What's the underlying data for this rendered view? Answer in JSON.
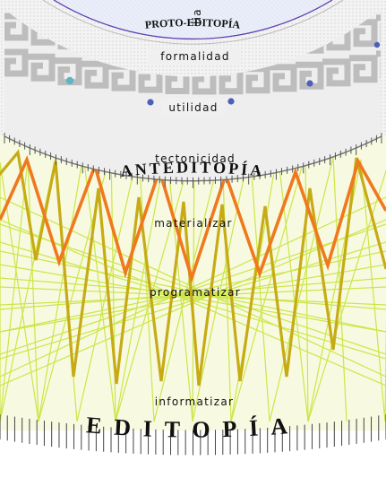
{
  "tiers": {
    "top_fragment": "lia",
    "proto_editopia": "PROTO-EDITOPÍA",
    "formalidad": "formalidad",
    "utilidad": "utilidad",
    "tectonicidad": "tectonicidad",
    "antedito": "ANTEDITOPÍA",
    "materializar": "materializar",
    "programatizar": "programatizar",
    "informatizar": "informatizar",
    "editopia": "EDITOPÍA"
  },
  "colors": {
    "background": "#ffffff",
    "pattern_gray": "#bfbfbf",
    "pattern_light": "#ececec",
    "inner_blue": "#e9ecf8",
    "purple_line": "#5a3fb0",
    "orange_zigzag": "#f0781e",
    "olive_zigzag": "#c7ab16",
    "lime_lines": "#cde548",
    "lime_fill": "#f7fae0",
    "dot_teal": "#5fb6c2",
    "dot_blue": "#4d5fb8"
  }
}
